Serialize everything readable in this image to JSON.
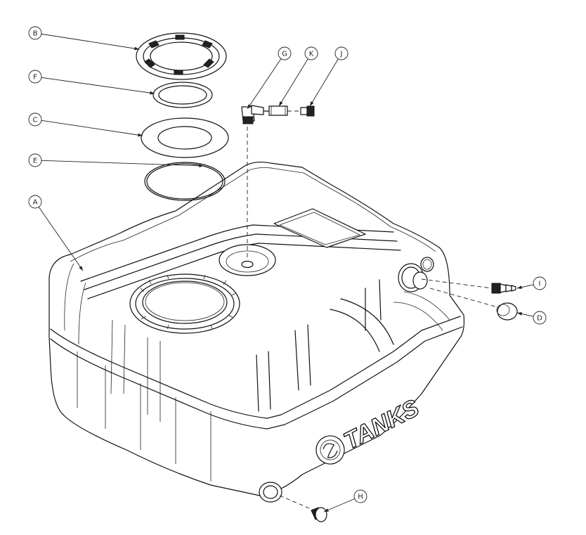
{
  "callouts": [
    {
      "letter": "B",
      "part": "lock-ring"
    },
    {
      "letter": "F",
      "part": "gasket-inner"
    },
    {
      "letter": "C",
      "part": "gasket-outer"
    },
    {
      "letter": "E",
      "part": "o-ring"
    },
    {
      "letter": "A",
      "part": "tank"
    },
    {
      "letter": "G",
      "part": "elbow-fitting"
    },
    {
      "letter": "K",
      "part": "check-valve"
    },
    {
      "letter": "J",
      "part": "barb-fitting"
    },
    {
      "letter": "I",
      "part": "hose-barb"
    },
    {
      "letter": "D",
      "part": "port-cap"
    },
    {
      "letter": "H",
      "part": "drain-plug"
    }
  ],
  "brand": {
    "logo_text": "TANKS"
  }
}
